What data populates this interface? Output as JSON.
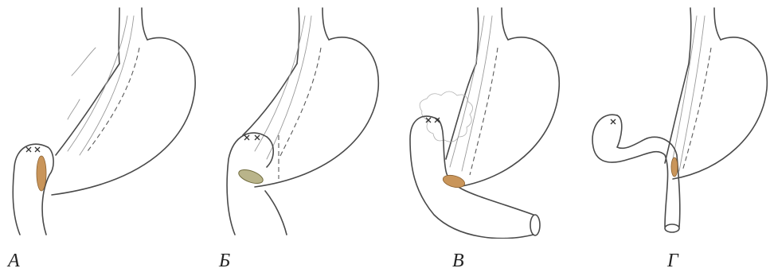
{
  "panels": [
    {
      "label": "А"
    },
    {
      "label": "Б"
    },
    {
      "label": "В"
    },
    {
      "label": "Г"
    }
  ]
}
